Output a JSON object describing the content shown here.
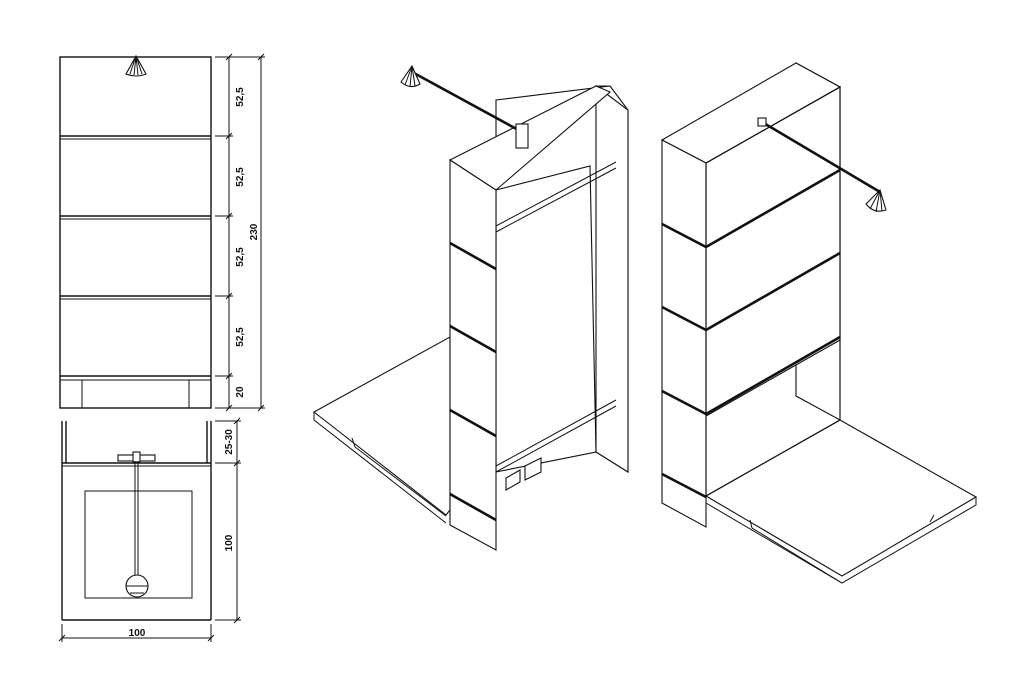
{
  "elevation_dimensions": {
    "segment_1": "52,5",
    "segment_2": "52,5",
    "segment_3": "52,5",
    "segment_4": "52,5",
    "base": "20",
    "total_height": "230"
  },
  "plan_dimensions": {
    "depth_offset": "25-30",
    "platform_depth": "100",
    "platform_width": "100"
  }
}
